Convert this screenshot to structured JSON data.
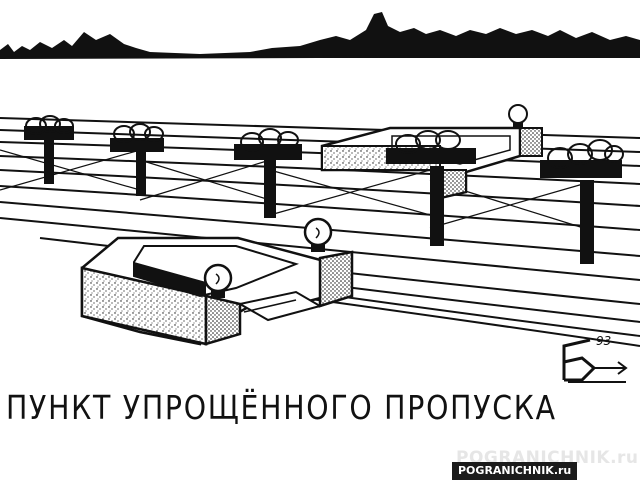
{
  "caption": "ПУНКТ УПРОЩЁННОГО ПРОПУСКА",
  "signature": {
    "year": "93",
    "monogram": "Б"
  },
  "watermark": "POGRANICHNIK.ru",
  "site_badge": "POGRANICHNIK.ru",
  "colors": {
    "ink": "#111111",
    "paper": "#ffffff",
    "badge_bg": "#1b1b1b",
    "watermark": "#e6e6e6"
  }
}
